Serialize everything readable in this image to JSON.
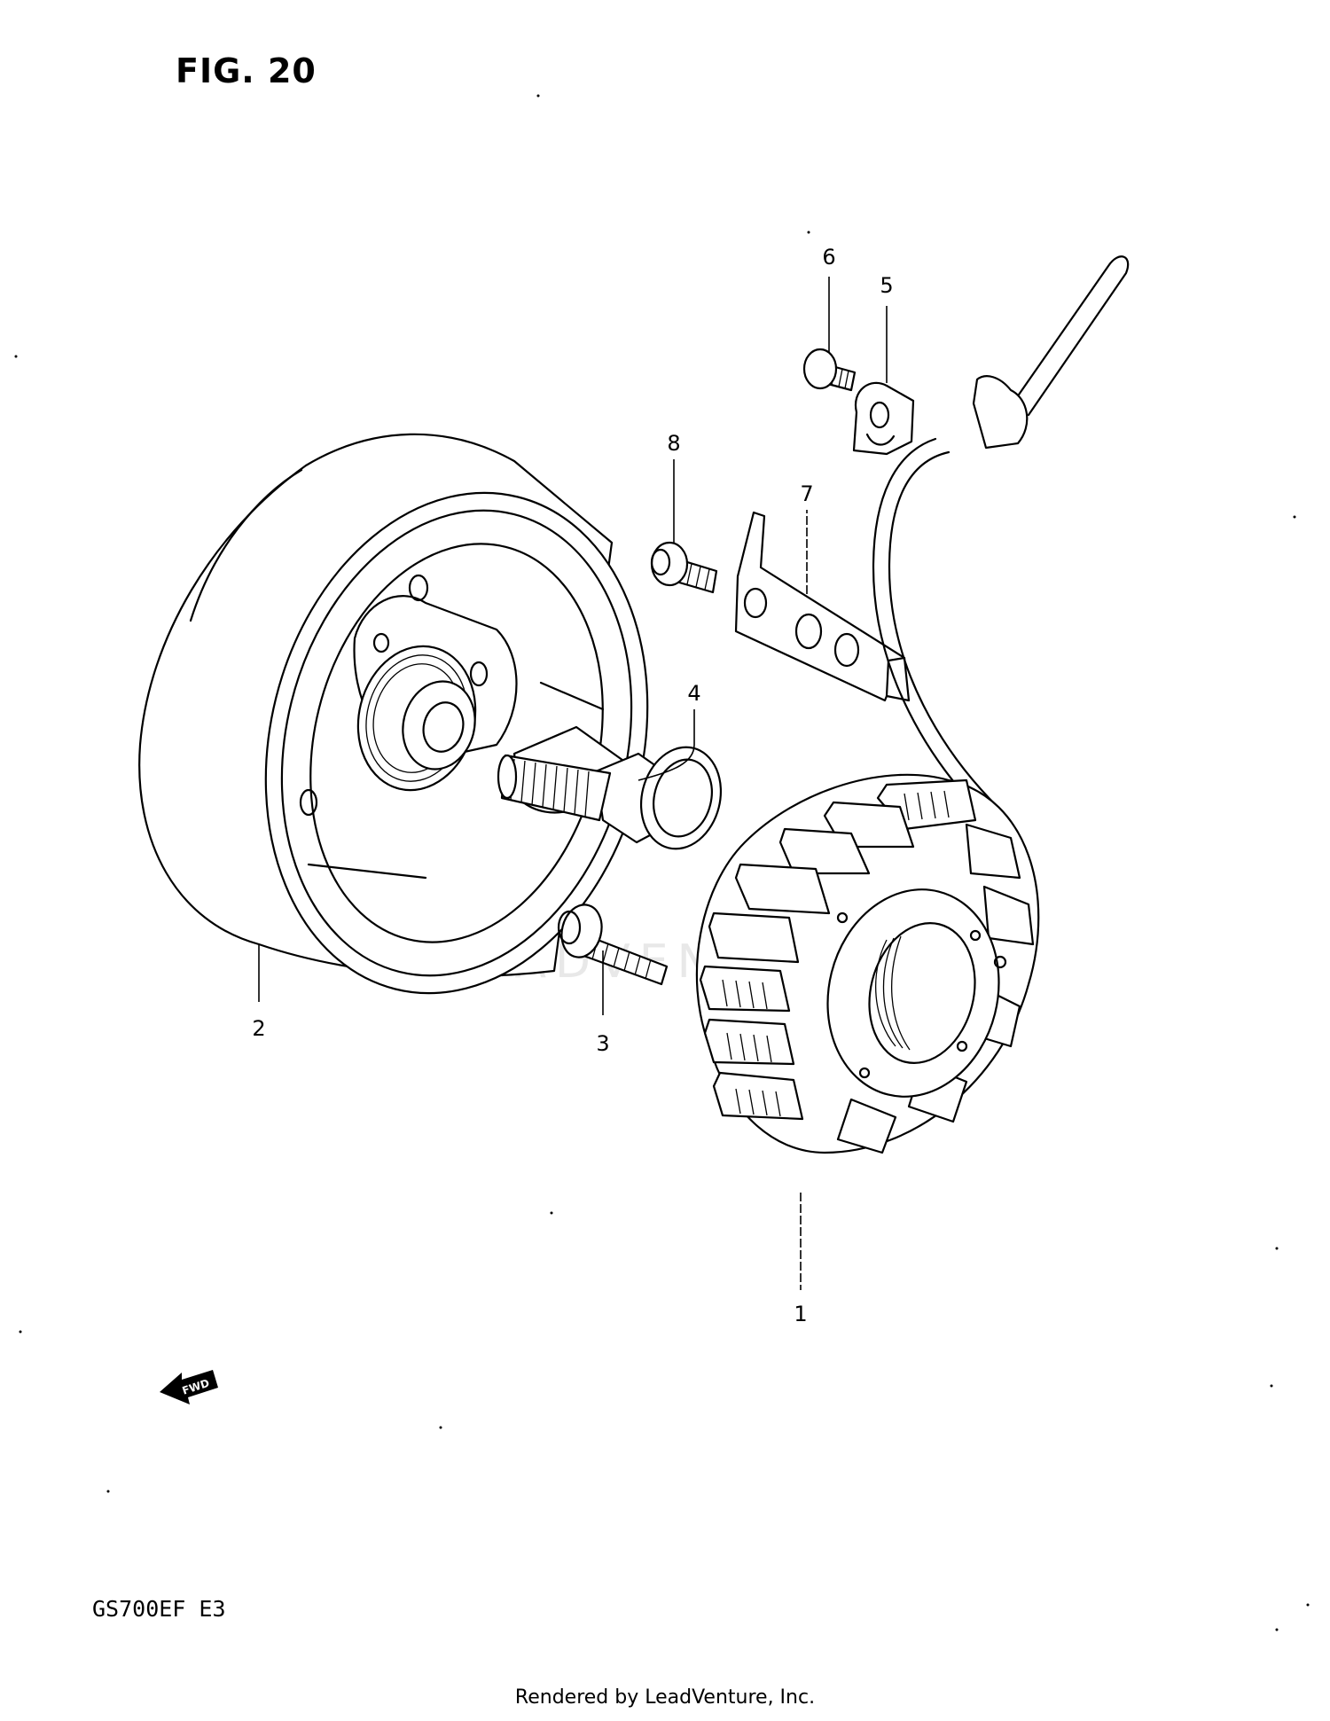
{
  "figure_title": "FIG. 20",
  "model_code": "GS700EF  E3",
  "footer": "Rendered by LeadVenture, Inc.",
  "watermark": "LEADVENTURE",
  "fwd_label": "FWD",
  "callouts": {
    "c1": "1",
    "c2": "2",
    "c3": "3",
    "c4": "4",
    "c5": "5",
    "c6": "6",
    "c7": "7",
    "c8": "8"
  }
}
